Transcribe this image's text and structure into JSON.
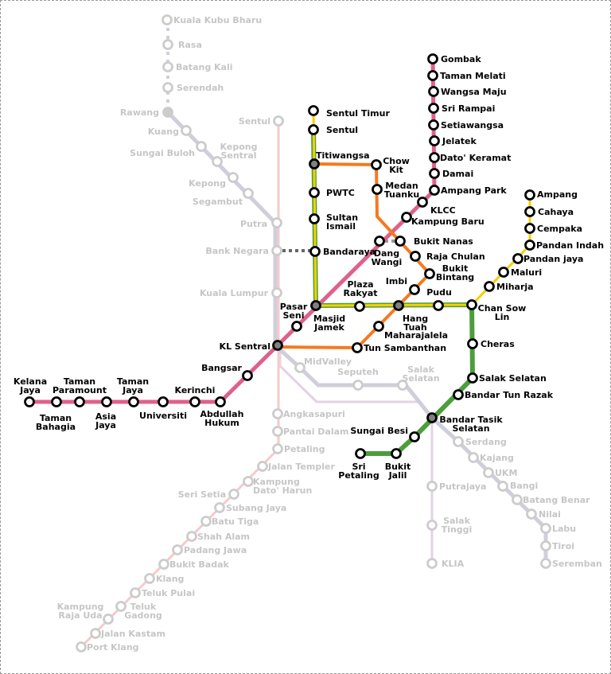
{
  "colors": {
    "ktm": "#cfcfdc",
    "ktm_port_klang": "#f6caca",
    "klia": "#e2d3e6",
    "kelana_jaya": "#e0608c",
    "ampang": "#f4d000",
    "sri_petaling": "#4c9e3c",
    "monorail": "#f47a20",
    "walk_link": "#666666",
    "faded_text": "#c6c6c6",
    "active_text": "#000000",
    "interchange_fill": "#808080"
  },
  "stations": [
    {
      "label": "Kuala Kubu Bharu",
      "faded": true
    },
    {
      "label": "Rasa",
      "faded": true
    },
    {
      "label": "Batang Kali",
      "faded": true
    },
    {
      "label": "Serendah",
      "faded": true
    },
    {
      "label": "Rawang",
      "faded": true,
      "interchange": true
    },
    {
      "label": "Kuang",
      "faded": true
    },
    {
      "label": "Sungai Buloh",
      "faded": true
    },
    {
      "label": "Kepong\nSentral",
      "faded": true
    },
    {
      "label": "Kepong",
      "faded": true
    },
    {
      "label": "Segambut",
      "faded": true
    },
    {
      "label": "Putra",
      "faded": true
    },
    {
      "label": "Bank Negara",
      "faded": true
    },
    {
      "label": "Kuala Lumpur",
      "faded": true
    },
    {
      "label": "Sentul",
      "faded": true
    },
    {
      "label": "Angkasapuri",
      "faded": true
    },
    {
      "label": "Pantai Dalam",
      "faded": true
    },
    {
      "label": "Petaling",
      "faded": true
    },
    {
      "label": "Jalan Templer",
      "faded": true
    },
    {
      "label": "Kampung\nDato' Harun",
      "faded": true
    },
    {
      "label": "Seri Setia",
      "faded": true
    },
    {
      "label": "Subang Jaya",
      "faded": true
    },
    {
      "label": "Batu Tiga",
      "faded": true
    },
    {
      "label": "Shah Alam",
      "faded": true
    },
    {
      "label": "Padang Jawa",
      "faded": true
    },
    {
      "label": "Bukit Badak",
      "faded": true
    },
    {
      "label": "Klang",
      "faded": true
    },
    {
      "label": "Teluk Pulai",
      "faded": true
    },
    {
      "label": "Teluk\nGadong",
      "faded": true
    },
    {
      "label": "Kampung\nRaja Uda",
      "faded": true
    },
    {
      "label": "Jalan Kastam",
      "faded": true
    },
    {
      "label": "Port Klang",
      "faded": true
    },
    {
      "label": "MidValley",
      "faded": true
    },
    {
      "label": "Seputeh",
      "faded": true
    },
    {
      "label": "Salak\nSelatan",
      "faded": true
    },
    {
      "label": "Serdang",
      "faded": true
    },
    {
      "label": "Kajang",
      "faded": true
    },
    {
      "label": "UKM",
      "faded": true
    },
    {
      "label": "Bangi",
      "faded": true
    },
    {
      "label": "Batang Benar",
      "faded": true
    },
    {
      "label": "Nilai",
      "faded": true
    },
    {
      "label": "Labu",
      "faded": true
    },
    {
      "label": "Tiroi",
      "faded": true
    },
    {
      "label": "Seremban",
      "faded": true
    },
    {
      "label": "Putrajaya",
      "faded": true
    },
    {
      "label": "Salak\nTinggi",
      "faded": true
    },
    {
      "label": "KLIA",
      "faded": true
    },
    {
      "label": "Gombak"
    },
    {
      "label": "Taman Melati"
    },
    {
      "label": "Wangsa Maju"
    },
    {
      "label": "Sri Rampai"
    },
    {
      "label": "Setiawangsa"
    },
    {
      "label": "Jelatek"
    },
    {
      "label": "Dato' Keramat"
    },
    {
      "label": "Damai"
    },
    {
      "label": "Ampang Park"
    },
    {
      "label": "KLCC"
    },
    {
      "label": "Kampung Baru"
    },
    {
      "label": "Dang\nWangi"
    },
    {
      "label": "Masjid\nJamek",
      "interchange": true
    },
    {
      "label": "Pasar\nSeni"
    },
    {
      "label": "KL Sentral",
      "interchange": true
    },
    {
      "label": "Bangsar"
    },
    {
      "label": "Abdullah\nHukum"
    },
    {
      "label": "Kerinchi"
    },
    {
      "label": "Universiti"
    },
    {
      "label": "Taman\nJaya"
    },
    {
      "label": "Asia\nJaya"
    },
    {
      "label": "Taman\nParamount"
    },
    {
      "label": "Taman\nBahagia"
    },
    {
      "label": "Kelana\nJaya"
    },
    {
      "label": "Sentul Timur"
    },
    {
      "label": "Sentul"
    },
    {
      "label": "Titiwangsa",
      "interchange": true
    },
    {
      "label": "PWTC"
    },
    {
      "label": "Sultan\nIsmail"
    },
    {
      "label": "Bandaraya"
    },
    {
      "label": "Plaza\nRakyat"
    },
    {
      "label": "Hang\nTuah",
      "interchange": true
    },
    {
      "label": "Pudu"
    },
    {
      "label": "Chan Sow\nLin"
    },
    {
      "label": "Miharja"
    },
    {
      "label": "Maluri"
    },
    {
      "label": "Pandan jaya"
    },
    {
      "label": "Pandan Indah"
    },
    {
      "label": "Cempaka"
    },
    {
      "label": "Cahaya"
    },
    {
      "label": "Ampang"
    },
    {
      "label": "Cheras"
    },
    {
      "label": "Salak Selatan"
    },
    {
      "label": "Bandar Tun Razak"
    },
    {
      "label": "Bandar Tasik\nSelatan",
      "interchange": true
    },
    {
      "label": "Sungai Besi"
    },
    {
      "label": "Bukit\nJalil"
    },
    {
      "label": "Sri\nPetaling"
    },
    {
      "label": "Chow\nKit"
    },
    {
      "label": "Medan\nTuanku"
    },
    {
      "label": "Bukit Nanas"
    },
    {
      "label": "Raja Chulan"
    },
    {
      "label": "Bukit\nBintang"
    },
    {
      "label": "Imbi"
    },
    {
      "label": "Maharajalela"
    },
    {
      "label": "Tun Sambanthan"
    }
  ]
}
